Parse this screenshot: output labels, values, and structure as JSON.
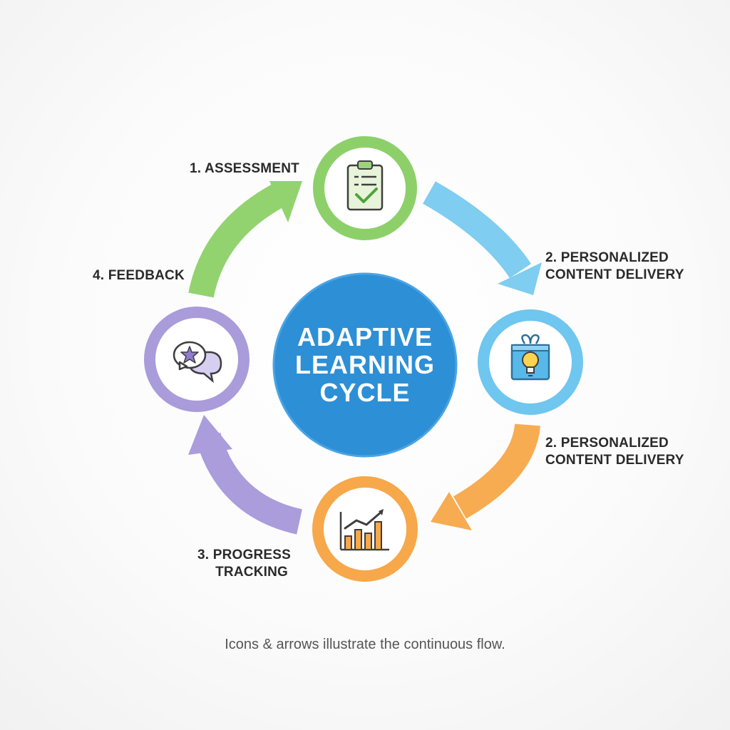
{
  "center": {
    "line1": "ADAPTIVE",
    "line2": "LEARNING",
    "line3": "CYCLE",
    "color": "#2f8fd6"
  },
  "steps": [
    {
      "line1": "1. ASSESSMENT",
      "icon": "clipboard-check-icon",
      "color": "#8dcf6a"
    },
    {
      "line1": "2. PERSONALIZED",
      "line2": "CONTENT DELIVERY",
      "icon": "lightbulb-gift-box-icon",
      "color": "#6cc4ee"
    },
    {
      "line1": "2. PERSONALIZED",
      "line2": "CONTENT DELIVERY",
      "icon": "bar-chart-trend-icon",
      "color": "#f7a84a"
    },
    {
      "line1": "3. PROGRESS",
      "line2": "TRACKING",
      "icon": "speech-bubble-star-icon",
      "color": "#a99ad9"
    },
    {
      "line1": "4. FEEDBACK"
    }
  ],
  "caption": "Icons & arrows illustrate the continuous flow."
}
